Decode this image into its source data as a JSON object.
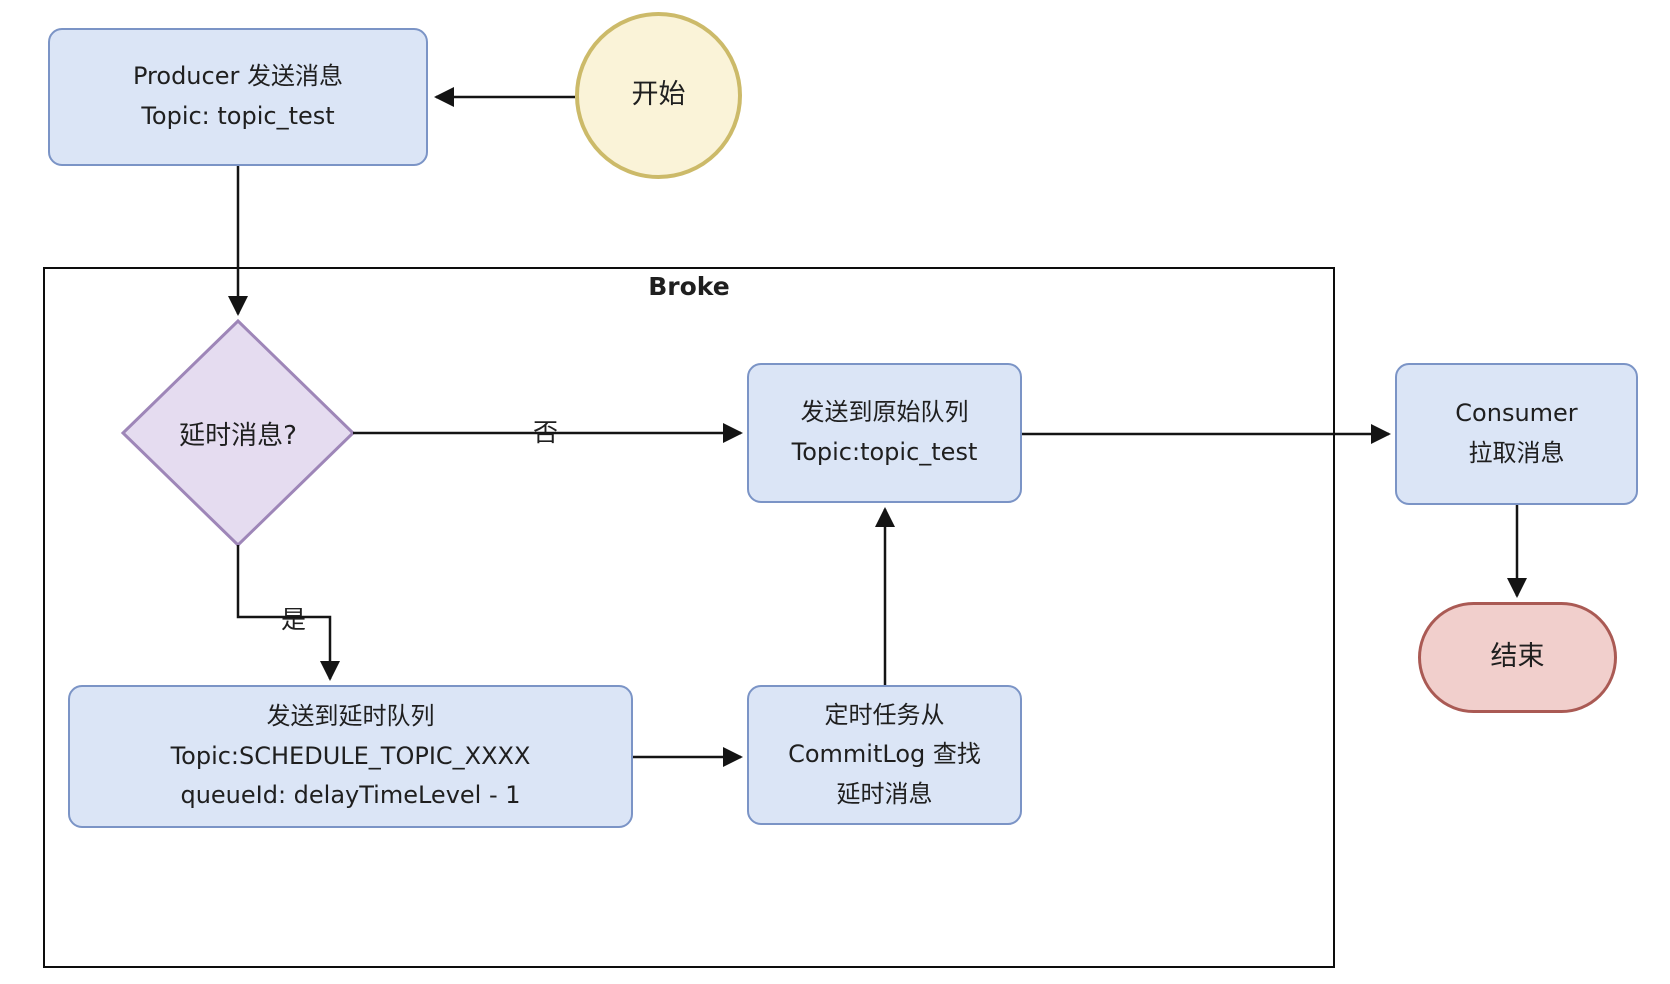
{
  "colors": {
    "node_fill_blue": "#dbe5f6",
    "node_border_blue": "#7b94c6",
    "decision_fill": "#e5dcf0",
    "decision_border": "#9e86b8",
    "start_fill": "#faf3d8",
    "start_border": "#ccba69",
    "end_fill": "#f1cfcc",
    "end_border": "#aa5a54",
    "line_color": "#141414"
  },
  "diagram": {
    "container_label": "Broke",
    "nodes": {
      "start": {
        "label": "开始"
      },
      "producer": {
        "line1": "Producer 发送消息",
        "line2": "Topic: topic_test"
      },
      "decision": {
        "label": "延时消息?"
      },
      "original_queue": {
        "line1": "发送到原始队列",
        "line2": "Topic:topic_test"
      },
      "delay_queue": {
        "line1": "发送到延时队列",
        "line2": "Topic:SCHEDULE_TOPIC_XXXX",
        "line3": "queueId: delayTimeLevel - 1"
      },
      "timer_task": {
        "line1": "定时任务从",
        "line2": "CommitLog 查找",
        "line3": "延时消息"
      },
      "consumer": {
        "line1": "Consumer",
        "line2": "拉取消息"
      },
      "end": {
        "label": "结束"
      }
    },
    "edges": {
      "no_label": "否",
      "yes_label": "是"
    }
  }
}
